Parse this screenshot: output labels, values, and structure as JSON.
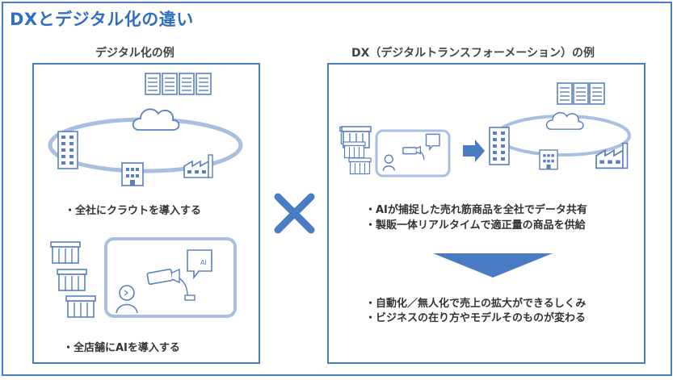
{
  "title": "DXとデジタル化の違い",
  "left_panel": {
    "heading": "デジタル化の例",
    "bullet1": "・全社にクラウトを導入する",
    "bullet2": "・全店舗にAIを導入する"
  },
  "right_panel": {
    "heading": "DX（デジタルトランスフォーメーション）の例",
    "bullet1": "・AIが捕捉した売れ筋商品を全社でデータ共有",
    "bullet2": "・製販一体リアルタイムで適正量の商品を供給",
    "bullet3": "・自動化／無人化で売上の拡大ができるしくみ",
    "bullet4": "・ビジネスの在り方やモデルそのものが変わる"
  },
  "ai_bubble_label": "AI",
  "colors": {
    "accent": "#4a7cc4",
    "light_accent": "#a9bfe0",
    "title": "#2f6fc0"
  }
}
